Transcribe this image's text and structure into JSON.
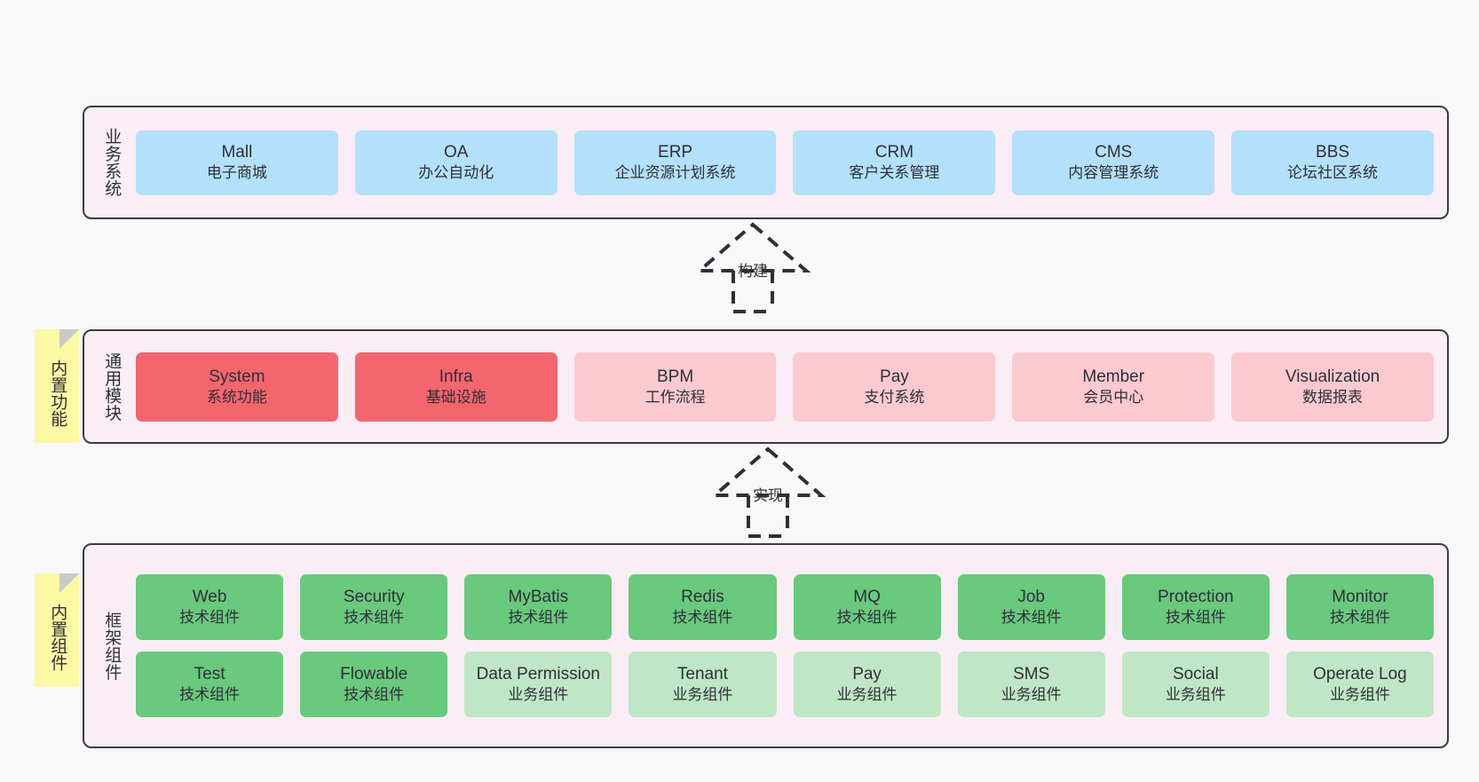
{
  "layers": {
    "business": {
      "side_title": "业务系统",
      "cards": [
        {
          "name": "Mall",
          "desc": "电子商城"
        },
        {
          "name": "OA",
          "desc": "办公自动化"
        },
        {
          "name": "ERP",
          "desc": "企业资源计划系统"
        },
        {
          "name": "CRM",
          "desc": "客户关系管理"
        },
        {
          "name": "CMS",
          "desc": "内容管理系统"
        },
        {
          "name": "BBS",
          "desc": "论坛社区系统"
        }
      ]
    },
    "common": {
      "side_title": "通用模块",
      "sticky_label": "内置功能",
      "cards": [
        {
          "name": "System",
          "desc": "系统功能",
          "style": "red"
        },
        {
          "name": "Infra",
          "desc": "基础设施",
          "style": "red"
        },
        {
          "name": "BPM",
          "desc": "工作流程",
          "style": "pink"
        },
        {
          "name": "Pay",
          "desc": "支付系统",
          "style": "pink"
        },
        {
          "name": "Member",
          "desc": "会员中心",
          "style": "pink"
        },
        {
          "name": "Visualization",
          "desc": "数据报表",
          "style": "pink"
        }
      ]
    },
    "framework": {
      "side_title": "框架组件",
      "sticky_label": "内置组件",
      "row_tech": [
        {
          "name": "Web",
          "desc": "技术组件"
        },
        {
          "name": "Security",
          "desc": "技术组件"
        },
        {
          "name": "MyBatis",
          "desc": "技术组件"
        },
        {
          "name": "Redis",
          "desc": "技术组件"
        },
        {
          "name": "MQ",
          "desc": "技术组件"
        },
        {
          "name": "Job",
          "desc": "技术组件"
        },
        {
          "name": "Protection",
          "desc": "技术组件"
        },
        {
          "name": "Monitor",
          "desc": "技术组件"
        }
      ],
      "row_business": [
        {
          "name": "Test",
          "desc": "技术组件",
          "style": "green"
        },
        {
          "name": "Flowable",
          "desc": "技术组件",
          "style": "green"
        },
        {
          "name": "Data Permission",
          "desc": "业务组件",
          "style": "lgreen"
        },
        {
          "name": "Tenant",
          "desc": "业务组件",
          "style": "lgreen"
        },
        {
          "name": "Pay",
          "desc": "业务组件",
          "style": "lgreen"
        },
        {
          "name": "SMS",
          "desc": "业务组件",
          "style": "lgreen"
        },
        {
          "name": "Social",
          "desc": "业务组件",
          "style": "lgreen"
        },
        {
          "name": "Operate Log",
          "desc": "业务组件",
          "style": "lgreen"
        }
      ]
    }
  },
  "connectors": {
    "build": "构建",
    "implement": "实现"
  },
  "colors": {
    "panel_bg": "#faedf5",
    "panel_border": "#3b3b46",
    "blue": "#b3e0fa",
    "red": "#f4666e",
    "pink": "#fbc9d0",
    "green": "#69c97d",
    "light_green": "#bfe6c5",
    "sticky": "#fcf8a3",
    "canvas_bg": "#f8f8f8"
  }
}
